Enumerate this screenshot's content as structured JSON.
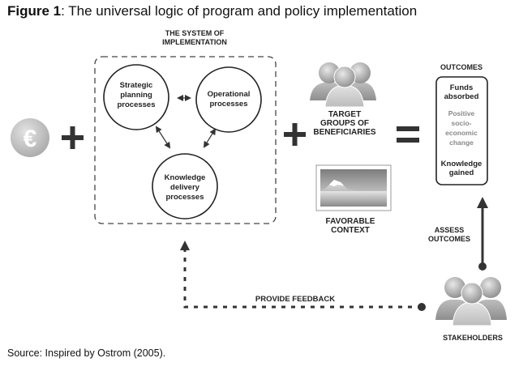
{
  "figure": {
    "title_bold": "Figure 1",
    "title_rest": ": The universal logic of program and policy implementation",
    "source": "Source: Inspired by Ostrom (2005)."
  },
  "system": {
    "heading": [
      "THE SYSTEM OF",
      "IMPLEMENTATION"
    ],
    "nodes": {
      "strategic": [
        "Strategic",
        "planning",
        "processes"
      ],
      "operational": [
        "Operational",
        "processes"
      ],
      "knowledge": [
        "Knowledge",
        "delivery",
        "processes"
      ]
    }
  },
  "inputs": {
    "money_icon": "euro-coin-icon",
    "money_symbol": "€",
    "plus": "+",
    "equals": "="
  },
  "beneficiaries": {
    "icon": "people-group-icon",
    "label": [
      "TARGET",
      "GROUPS OF",
      "BENEFICIARIES"
    ]
  },
  "context": {
    "icon": "landscape-picture-icon",
    "label": [
      "FAVORABLE",
      "CONTEXT"
    ]
  },
  "outcomes": {
    "heading": "OUTCOMES",
    "items": [
      {
        "text": [
          "Funds",
          "absorbed"
        ],
        "emphasis": "strong"
      },
      {
        "text": [
          "Positive",
          "socio-",
          "economic",
          "change"
        ],
        "emphasis": "muted"
      },
      {
        "text": [
          "Knowledge",
          "gained"
        ],
        "emphasis": "strong"
      }
    ]
  },
  "stakeholders": {
    "icon": "people-group-icon",
    "label": "STAKEHOLDERS"
  },
  "flows": {
    "assess": [
      "ASSESS",
      "OUTCOMES"
    ],
    "feedback": "PROVIDE FEEDBACK"
  },
  "colors": {
    "ink": "#222222",
    "muted": "#777777",
    "coin": "#c8c8c8",
    "figure_gray": "#a8a8a8"
  }
}
